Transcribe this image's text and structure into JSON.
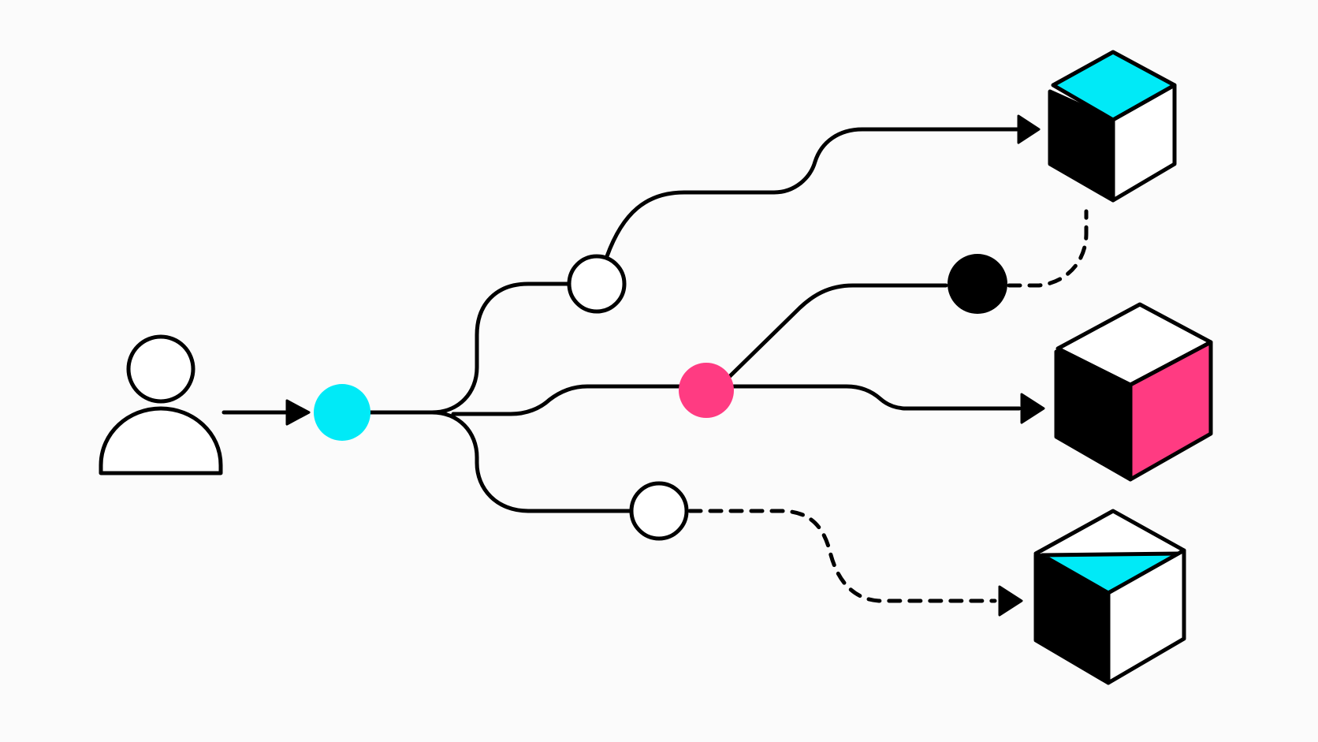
{
  "colors": {
    "background": "#fbfbfb",
    "ink": "#000000",
    "cyan": "#00eaf7",
    "pink": "#ff3b82",
    "white": "#ffffff"
  },
  "diagram": {
    "user": {
      "icon": "person-icon"
    },
    "hub_node": {
      "icon": "dot-icon",
      "color": "cyan"
    },
    "branch_nodes": [
      {
        "id": "upper-branch-node",
        "style": "hollow"
      },
      {
        "id": "middle-branch-node",
        "style": "filled",
        "color": "pink"
      },
      {
        "id": "lower-branch-node",
        "style": "hollow"
      },
      {
        "id": "black-node",
        "style": "filled",
        "color": "ink"
      }
    ],
    "cubes": [
      {
        "id": "cube-top",
        "icon": "cube-icon",
        "accent_face": "top",
        "accent": "cyan"
      },
      {
        "id": "cube-middle",
        "icon": "cube-icon",
        "accent_face": "right",
        "accent": "pink"
      },
      {
        "id": "cube-bottom",
        "icon": "cube-icon",
        "accent_face": "top",
        "accent": "cyan"
      }
    ],
    "connections": [
      {
        "from": "user",
        "to": "hub_node",
        "style": "solid",
        "arrow": true
      },
      {
        "from": "hub_node",
        "to": "upper-branch-node",
        "style": "solid"
      },
      {
        "from": "upper-branch-node",
        "to": "cube-top",
        "style": "solid",
        "arrow": true
      },
      {
        "from": "hub_node",
        "to": "middle-branch-node",
        "style": "solid"
      },
      {
        "from": "middle-branch-node",
        "to": "cube-middle",
        "style": "solid",
        "arrow": true
      },
      {
        "from": "middle-branch-node",
        "to": "black-node",
        "style": "solid"
      },
      {
        "from": "black-node",
        "to": "cube-top",
        "style": "dashed"
      },
      {
        "from": "hub_node",
        "to": "lower-branch-node",
        "style": "solid"
      },
      {
        "from": "lower-branch-node",
        "to": "cube-bottom",
        "style": "dashed",
        "arrow": true
      }
    ]
  }
}
